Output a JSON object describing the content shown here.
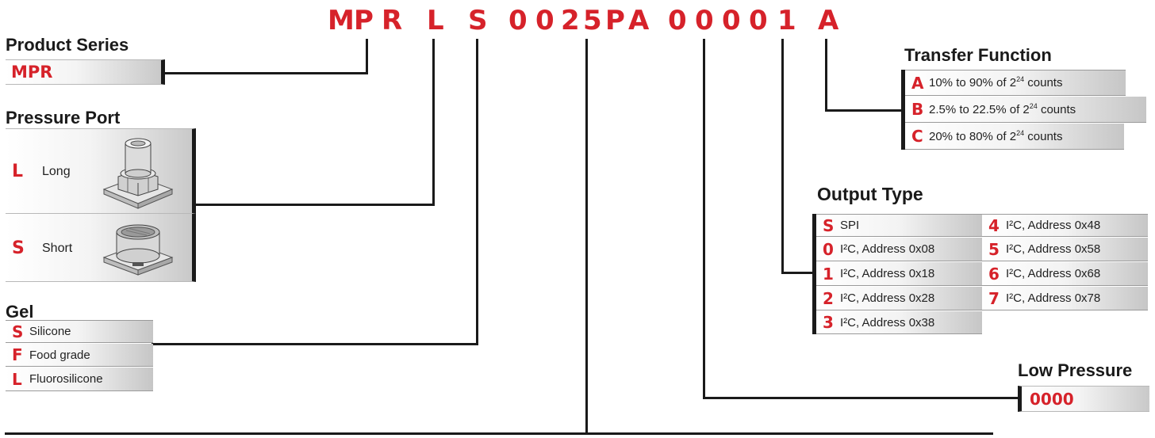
{
  "part_number": {
    "c1": "M",
    "c2": "P",
    "c3": "R",
    "c4": "L",
    "c5": "S",
    "c6": "0",
    "c7": "0",
    "c8": "2",
    "c9": "5",
    "c10": "P",
    "c11": "A",
    "c12": "0",
    "c13": "0",
    "c14": "0",
    "c15": "0",
    "c16": "1",
    "c17": "A"
  },
  "product_series": {
    "title": "Product Series",
    "code": "MPR"
  },
  "pressure_port": {
    "title": "Pressure Port",
    "options": [
      {
        "code": "L",
        "label": "Long"
      },
      {
        "code": "S",
        "label": "Short"
      }
    ]
  },
  "gel": {
    "title": "Gel",
    "options": [
      {
        "code": "S",
        "label": "Silicone"
      },
      {
        "code": "F",
        "label": "Food grade"
      },
      {
        "code": "L",
        "label": "Fluorosilicone"
      }
    ]
  },
  "transfer_function": {
    "title": "Transfer Function",
    "options": [
      {
        "code": "A",
        "pre": "10% to 90% of 2",
        "exp": "24",
        "post": " counts"
      },
      {
        "code": "B",
        "pre": "2.5% to 22.5% of 2",
        "exp": "24",
        "post": " counts"
      },
      {
        "code": "C",
        "pre": "20% to 80% of 2",
        "exp": "24",
        "post": " counts"
      }
    ]
  },
  "output_type": {
    "title": "Output Type",
    "left": [
      {
        "code": "S",
        "label": "SPI"
      },
      {
        "code": "0",
        "label": "I²C, Address 0x08"
      },
      {
        "code": "1",
        "label": "I²C, Address 0x18"
      },
      {
        "code": "2",
        "label": "I²C, Address 0x28"
      },
      {
        "code": "3",
        "label": "I²C, Address 0x38"
      }
    ],
    "right": [
      {
        "code": "4",
        "label": "I²C, Address 0x48"
      },
      {
        "code": "5",
        "label": "I²C, Address 0x58"
      },
      {
        "code": "6",
        "label": "I²C, Address 0x68"
      },
      {
        "code": "7",
        "label": "I²C, Address 0x78"
      }
    ]
  },
  "low_pressure": {
    "title": "Low Pressure",
    "code": "0000"
  },
  "colors": {
    "accent": "#d6222a",
    "line": "#1a1a1a"
  }
}
